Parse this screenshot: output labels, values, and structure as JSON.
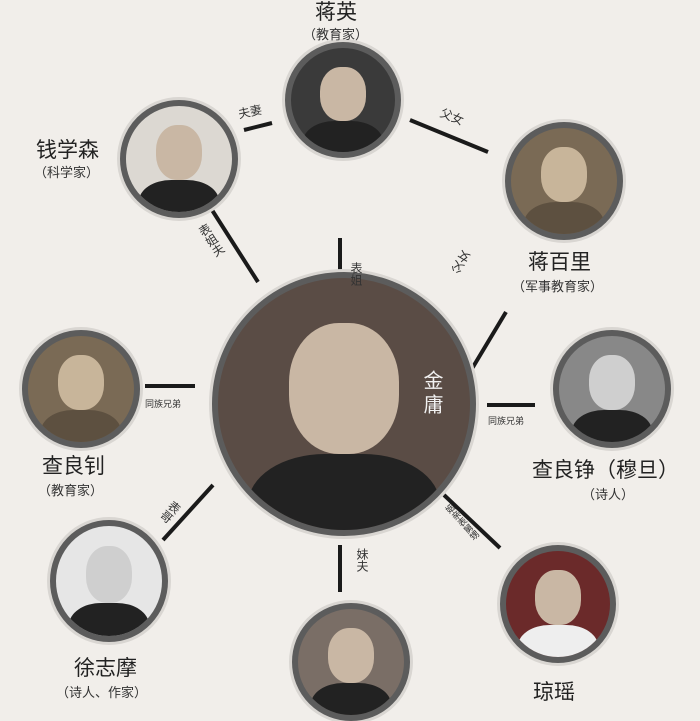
{
  "center": {
    "name": "金庸"
  },
  "people": [
    {
      "id": "jiang-ying",
      "name": "蒋英",
      "role": "（教育家）"
    },
    {
      "id": "qian-xuesen",
      "name": "钱学森",
      "role": "（科学家）"
    },
    {
      "id": "jiang-baili",
      "name": "蒋百里",
      "role": "（军事教育家）"
    },
    {
      "id": "zha-liangzhao",
      "name": "查良钊",
      "role": "（教育家）"
    },
    {
      "id": "zha-liangzheng",
      "name": "查良铮（穆旦）",
      "role": "（诗人）"
    },
    {
      "id": "xu-zhimo",
      "name": "徐志摩",
      "role": "（诗人、作家）"
    },
    {
      "id": "qiong-yao",
      "name": "琼瑶",
      "role": ""
    }
  ],
  "relations": {
    "qian_jiangying": "夫妻",
    "jiangying_baili": "父女",
    "jiangying_center": "表姐",
    "qian_center": "表姐夫",
    "baili_center": "父女",
    "liangzhao_center": "同族兄弟",
    "liangzheng_center": "同族兄弟",
    "xu_center": "表哥",
    "bottom_center": "妹夫",
    "qiongyao_center": "姻亲表舅甥"
  }
}
